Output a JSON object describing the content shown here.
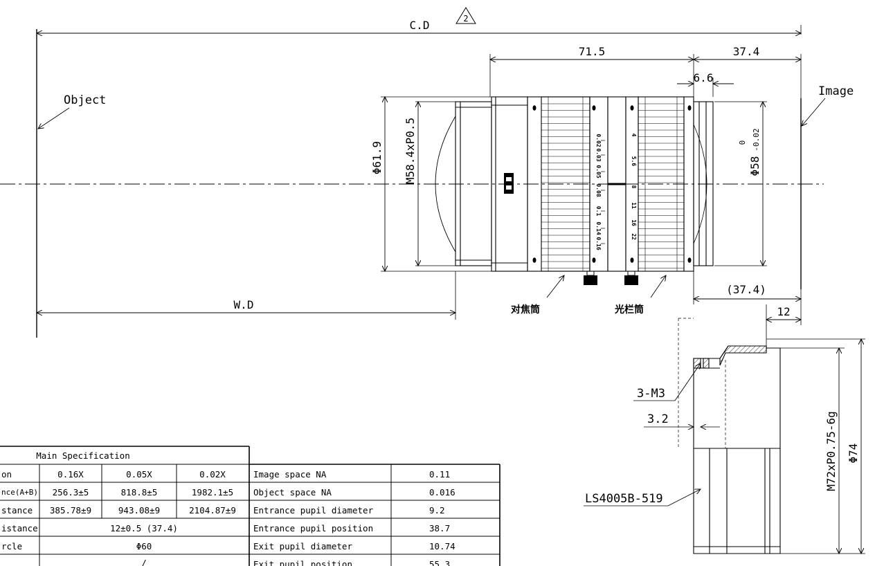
{
  "revision_mark": "2",
  "dimensions": {
    "cd": "C.D",
    "wd": "W.D",
    "len_71_5": "71.5",
    "len_37_4": "37.4",
    "len_6_6": "6.6",
    "dia_61_9": "Φ61.9",
    "thread_front": "M58.4xP0.5",
    "dia_58": "Φ58",
    "dia_58_tol_upper": "0",
    "dia_58_tol_lower": "-0.02",
    "ref_37_4": "(37.4)",
    "len_12": "12",
    "len_3_2": "3.2",
    "thread_rear": "M72xP0.75-6g",
    "dia_74": "Φ74"
  },
  "labels": {
    "object": "Object",
    "image": "Image",
    "focus_ring": "对焦筒",
    "iris_ring": "光栏筒",
    "screws": "3-M3",
    "part_no": "LS4005B-519"
  },
  "lens_scales": {
    "focus": [
      "0.02",
      "0.03",
      "0.05",
      "0.08",
      "0.1",
      "0.14",
      "0.16"
    ],
    "aperture": [
      "4",
      "5.6",
      "8",
      "11",
      "16",
      "22"
    ]
  },
  "spec_table": {
    "title": "Main Specification",
    "rows": [
      {
        "label": "on",
        "values": [
          "0.16X",
          "0.05X",
          "0.02X"
        ]
      },
      {
        "label": "nce(A+B)",
        "values": [
          "256.3±5",
          "818.8±5",
          "1982.1±5"
        ]
      },
      {
        "label": "stance",
        "values": [
          "385.78±9",
          "943.08±9",
          "2104.87±9"
        ]
      },
      {
        "label": "istance",
        "span": "12±0.5 (37.4)"
      },
      {
        "label": "rcle",
        "span": "Φ60"
      },
      {
        "label": "",
        "span": "/"
      }
    ]
  },
  "optics_table": {
    "rows": [
      {
        "label": "Image space NA",
        "value": "0.11"
      },
      {
        "label": "Object space NA",
        "value": "0.016"
      },
      {
        "label": "Entrance pupil diameter",
        "value": "9.2"
      },
      {
        "label": "Entrance pupil position",
        "value": "38.7"
      },
      {
        "label": "Exit pupil diameter",
        "value": "10.74"
      },
      {
        "label": "Exit pupil position",
        "value": "55.3"
      }
    ]
  }
}
